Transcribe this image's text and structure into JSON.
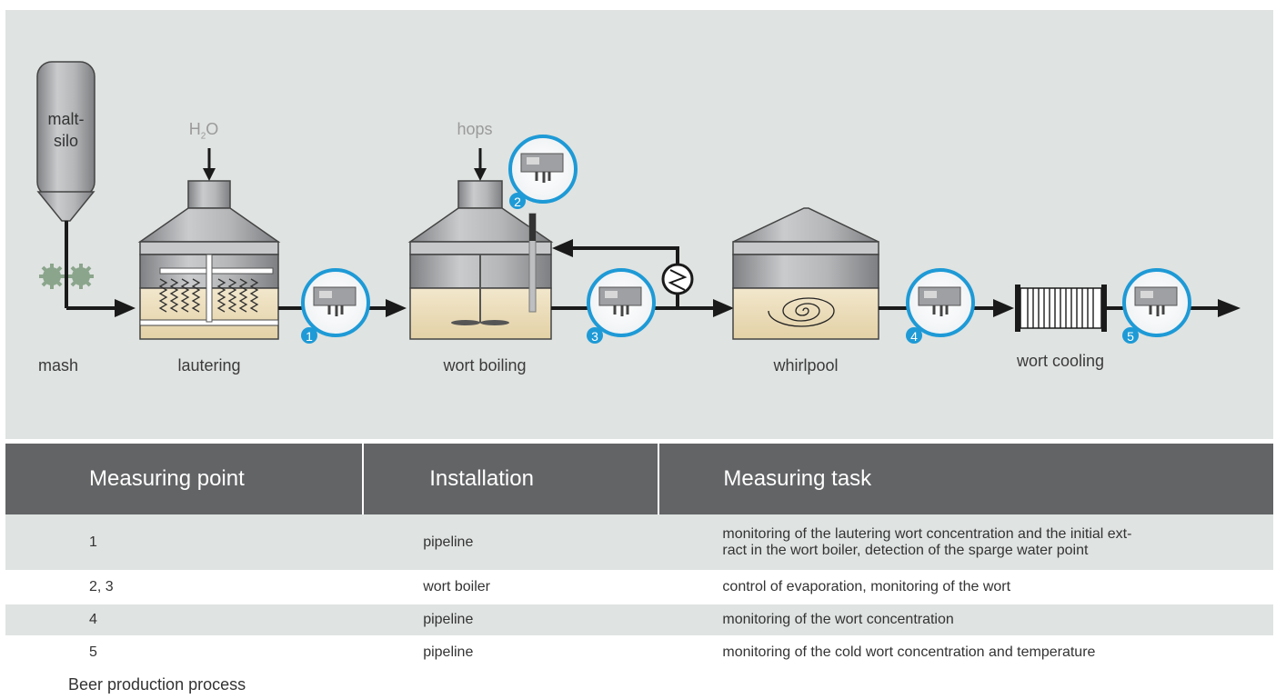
{
  "diagram": {
    "silo_label_line1": "malt-",
    "silo_label_line2": "silo",
    "h2o_label": "H",
    "h2o_sub": "2",
    "h2o_label_end": "O",
    "hops_label": "hops",
    "stage_labels": {
      "mash": "mash",
      "lautering": "lautering",
      "wort_boiling": "wort boiling",
      "whirlpool": "whirlpool",
      "wort_cooling": "wort cooling"
    },
    "measuring_point_numbers": [
      "1",
      "2",
      "3",
      "4",
      "5"
    ],
    "colors": {
      "background": "#dfe3e1",
      "vessel_steel": "#9a9c9f",
      "liquid": "#ebdcb7",
      "badge_blue": "#1e9ad6",
      "arrow": "#1a1a1a"
    }
  },
  "table": {
    "headers": [
      "Measuring point",
      "Installation",
      "Measuring task"
    ],
    "rows": [
      {
        "point": "1",
        "installation": "pipeline",
        "task_line1": "monitoring of the lautering wort concentration and the initial ext-",
        "task_line2": "ract in the wort boiler, detection of the sparge water point"
      },
      {
        "point": "2, 3",
        "installation": "wort boiler",
        "task_line1": "control of evaporation, monitoring of the wort",
        "task_line2": ""
      },
      {
        "point": "4",
        "installation": "pipeline",
        "task_line1": "monitoring of the wort concentration",
        "task_line2": ""
      },
      {
        "point": "5",
        "installation": "pipeline",
        "task_line1": "monitoring of the cold wort concentration and temperature",
        "task_line2": ""
      }
    ]
  },
  "caption": "Beer production process"
}
